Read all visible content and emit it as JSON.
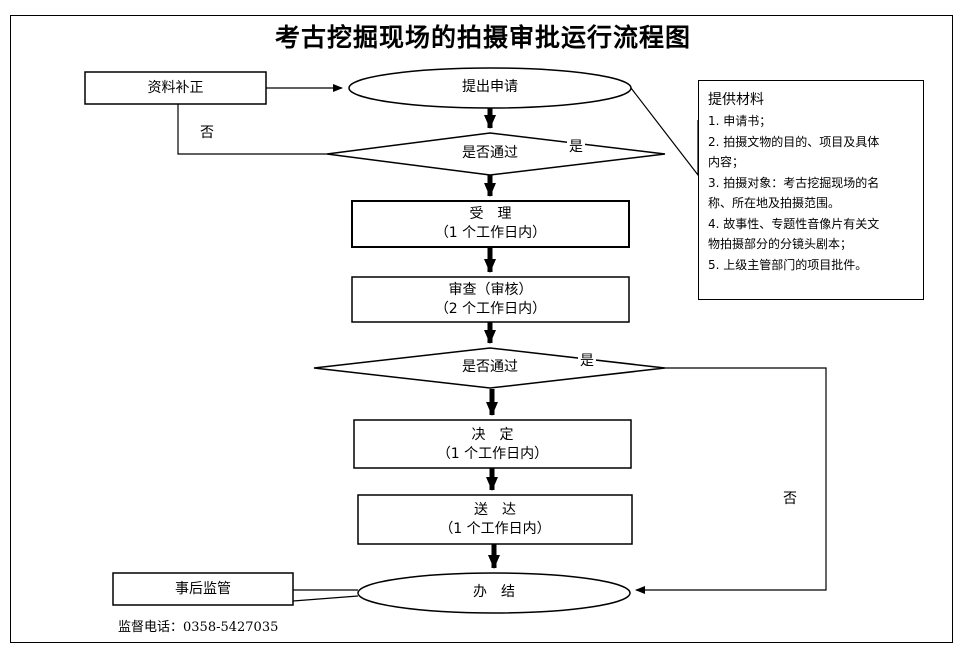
{
  "title": "考古挖掘现场的拍摄审批运行流程图",
  "nodes": {
    "apply": "提出申请",
    "supplement": "资料补正",
    "check1": "是否通过",
    "accept": {
      "line1": "受　理",
      "line2": "（1 个工作日内）"
    },
    "review": {
      "line1": "审查（审核）",
      "line2": "（2 个工作日内）"
    },
    "check2": "是否通过",
    "decide": {
      "line1": "决　定",
      "line2": "（1 个工作日内）"
    },
    "deliver": {
      "line1": "送　达",
      "line2": "（1 个工作日内）"
    },
    "finish": "办　结",
    "supervise": "事后监管"
  },
  "edge_labels": {
    "no1": "否",
    "yes1": "是",
    "yes2": "是",
    "no2": "否"
  },
  "materials": {
    "heading": "提供材料",
    "items": [
      "1. 申请书；",
      "2. 拍摄文物的目的、项目及具体",
      "内容；",
      "3. 拍摄对象：考古挖掘现场的名",
      "称、所在地及拍摄范围。",
      "4. 故事性、专题性音像片有关文",
      "物拍摄部分的分镜头剧本；",
      "5. 上级主管部门的项目批件。"
    ]
  },
  "contact": "监督电话：0358-5427035"
}
